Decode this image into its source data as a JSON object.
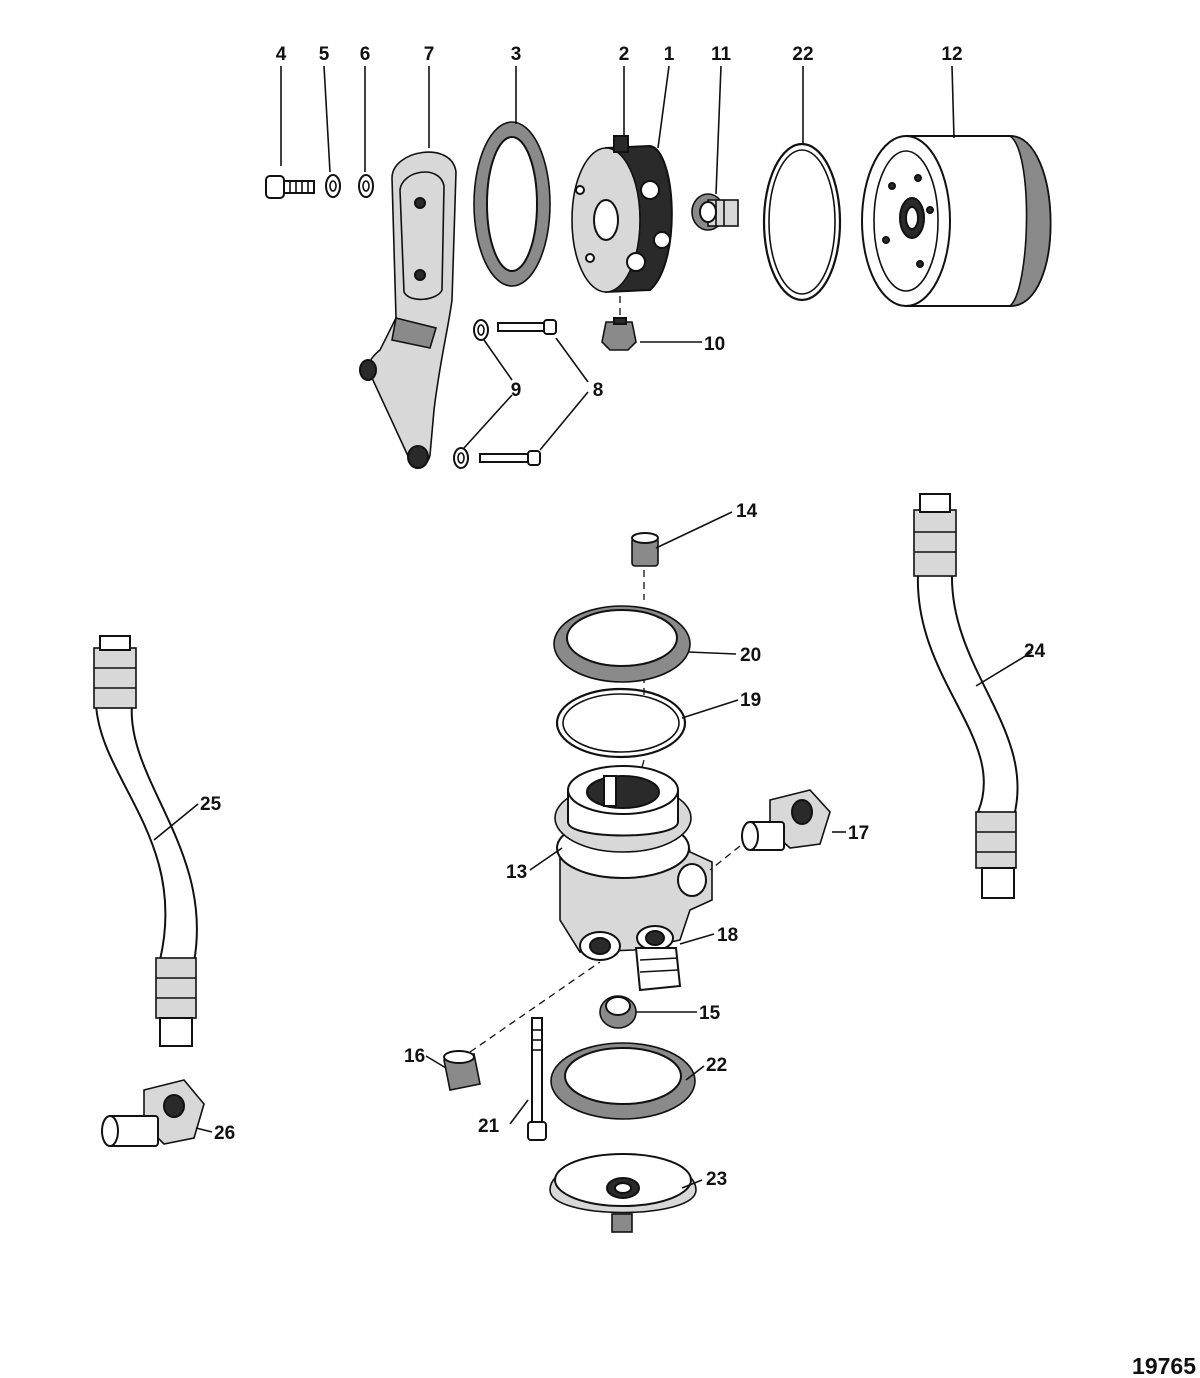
{
  "drawing_number": "19765",
  "callouts": [
    "1",
    "2",
    "3",
    "4",
    "5",
    "6",
    "7",
    "8",
    "9",
    "10",
    "11",
    "12",
    "13",
    "14",
    "15",
    "16",
    "17",
    "18",
    "19",
    "20",
    "21",
    "22",
    "22",
    "23",
    "24",
    "25",
    "26"
  ]
}
